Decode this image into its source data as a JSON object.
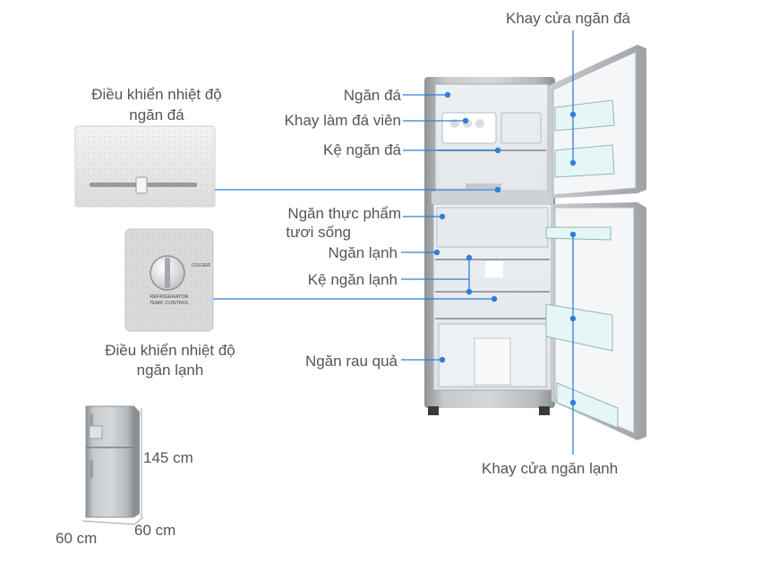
{
  "labels": {
    "freezer_door_tray": "Khay cửa ngăn đá",
    "freezer": "Ngăn đá",
    "ice_tray": "Khay làm đá viên",
    "freezer_shelf": "Kệ ngăn đá",
    "fresh_food_line1": "Ngăn thực phẩm",
    "fresh_food_line2": "tươi sống",
    "fridge": "Ngăn lạnh",
    "fridge_shelf": "Kệ ngăn lạnh",
    "vegetable_bin": "Ngăn rau quả",
    "fridge_door_tray": "Khay cửa ngăn lạnh",
    "freezer_control_line1": "Điều khiển nhiệt độ",
    "freezer_control_line2": "ngăn đá",
    "fridge_control_line1": "Điều khiển nhiệt độ",
    "fridge_control_line2": "ngăn lạnh",
    "dial_text1": "REFRIGERATOR",
    "dial_text2": "TEMP. CONTROL",
    "dial_colder": "COLDER"
  },
  "dimensions": {
    "height": "145 cm",
    "width": "60 cm",
    "depth": "60 cm"
  },
  "colors": {
    "text": "#555555",
    "leader_line": "#2f7fd6",
    "dot": "#2f7fd6",
    "fridge_body": "#b9bcc0",
    "fridge_interior": "#f2f4f6"
  }
}
